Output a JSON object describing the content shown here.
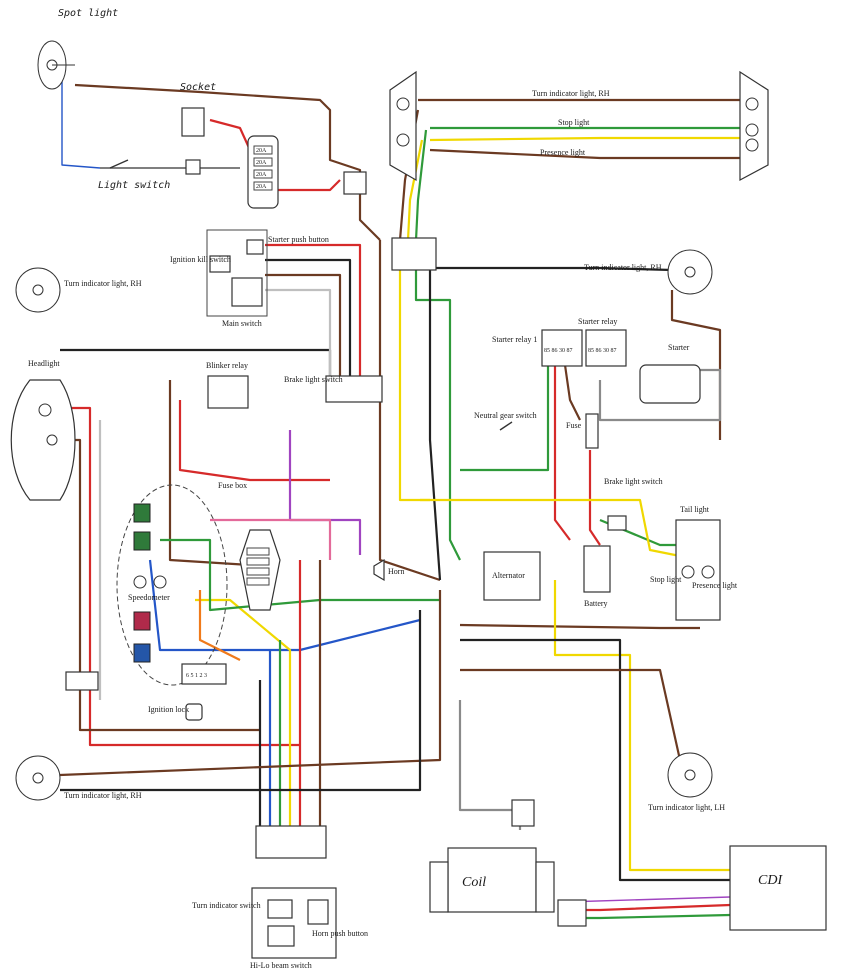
{
  "labels": {
    "spot_light": "Spot light",
    "socket": "Socket",
    "light_switch": "Light switch",
    "turn_rh_top": "Turn indicator light, RH",
    "stop_light_top": "Stop light",
    "presence_light_top": "Presence light",
    "starter_push_button": "Starter push button",
    "ignition_kill_switch": "Ignition kill switch",
    "main_switch": "Main switch",
    "turn_rh_front": "Turn indicator light, RH",
    "turn_rh_right": "Turn indicator light, RH",
    "headlight": "Headlight",
    "blinker_relay": "Blinker relay",
    "brake_light_switch_front": "Brake light switch",
    "starter_relay_1": "Starter relay 1",
    "starter_relay": "Starter relay",
    "starter": "Starter",
    "neutral_gear_switch": "Neutral gear switch",
    "fuse": "Fuse",
    "fuse_rating": "20A",
    "fuse_box": "Fuse box",
    "brake_light_switch_rear": "Brake light switch",
    "tail_light": "Tail light",
    "horn": "Horn",
    "alternator": "Alternator",
    "battery": "Battery",
    "stop_light": "Stop light",
    "presence_light": "Presence light",
    "speedometer": "Speedometer",
    "ignition_lock": "Ignition lock",
    "ignition_pins": "6 5 1 2 3",
    "turn_rh_bottom": "Turn indicator light, RH",
    "turn_lh": "Turn indicator light, LH",
    "coil": "Coil",
    "cdi": "CDI",
    "turn_indicator_switch": "Turn indicator switch",
    "horn_push_button": "Horn push button",
    "hi_lo_beam_switch": "Hi-Lo beam switch",
    "relay_pins": "85 86 30 87"
  },
  "fuse_values": [
    "20A",
    "20A",
    "20A",
    "20A"
  ],
  "wire_colors": {
    "brown": "#6b3a22",
    "red": "#d62a2a",
    "yellow": "#f0d800",
    "green": "#2f9a3a",
    "blue": "#2456c8",
    "black": "#222222",
    "white": "#bfbfbf",
    "violet": "#a044c0",
    "orange": "#f07a1a",
    "grey": "#8a8a8a",
    "pink": "#e36a9a"
  },
  "icons": [
    "lamp-icon",
    "fuse-icon",
    "relay-icon",
    "switch-icon",
    "horn-icon",
    "battery-icon",
    "ground-icon"
  ]
}
